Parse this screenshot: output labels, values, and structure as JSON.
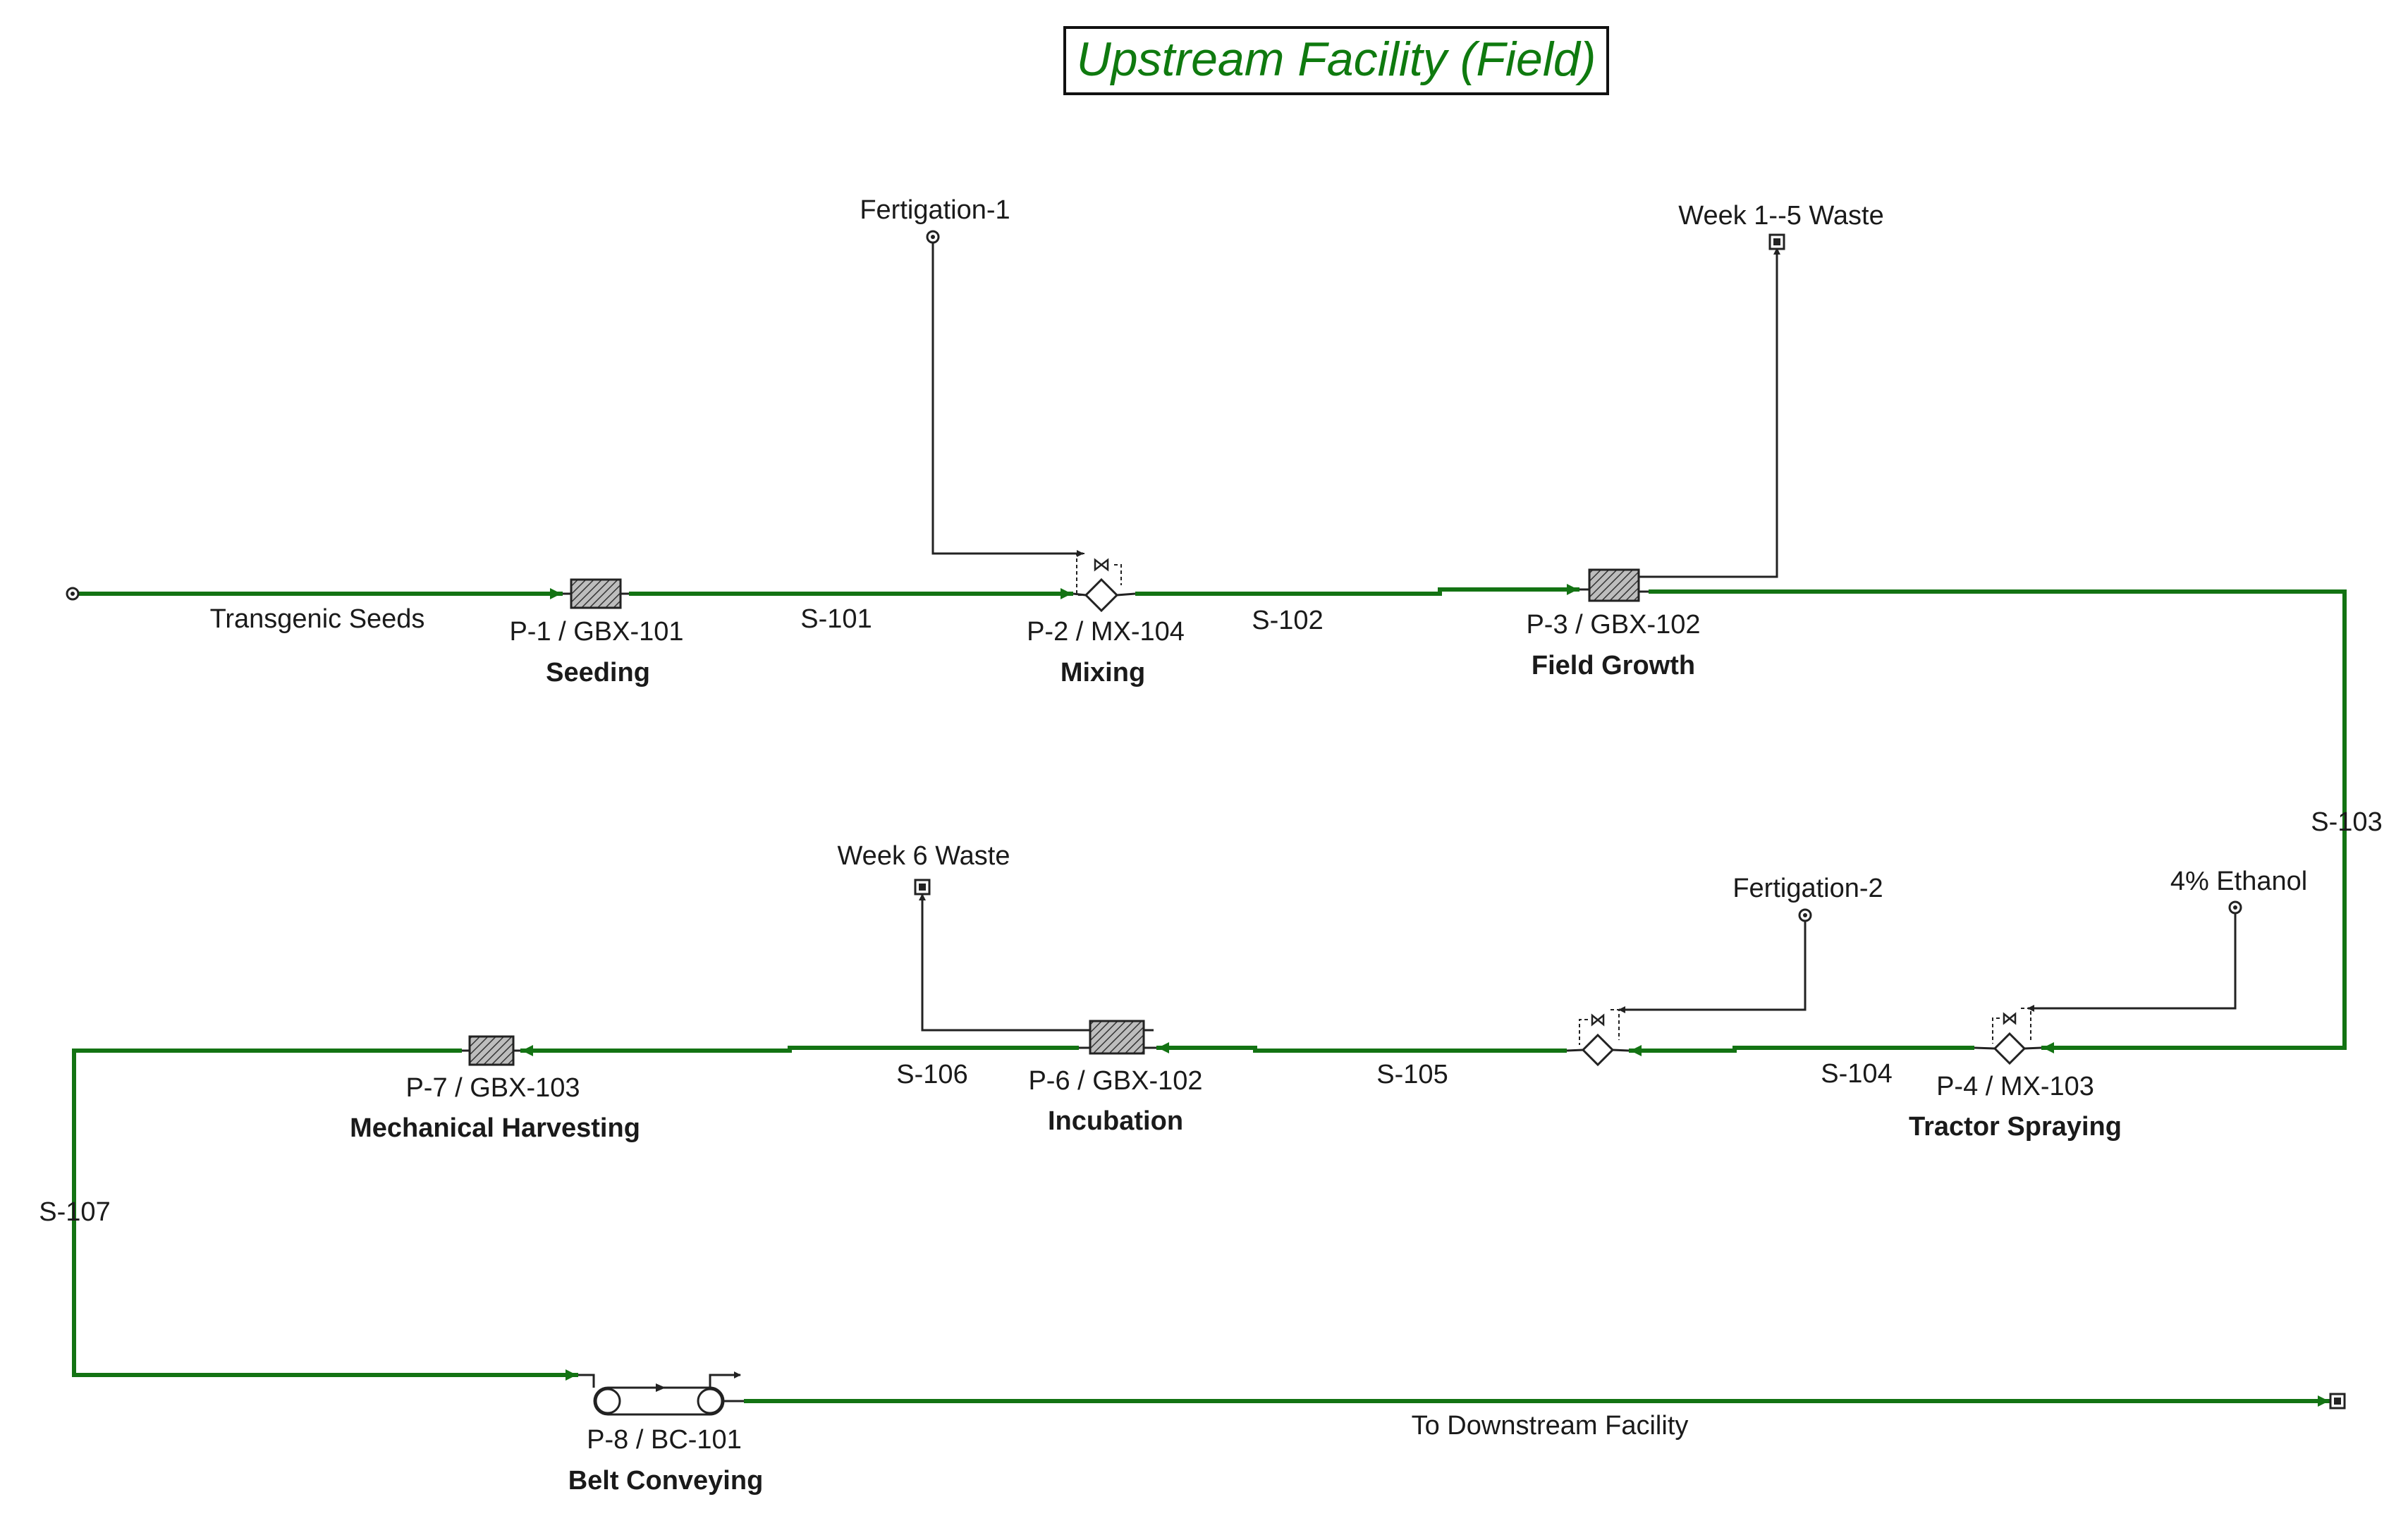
{
  "title": "Upstream Facility (Field)",
  "colors": {
    "stream": "#137313",
    "title": "#0f7a0f",
    "line": "#222222"
  },
  "units": [
    {
      "id": "P-1 / GBX-101",
      "name": "Seeding",
      "icon": "batch-box-icon"
    },
    {
      "id": "P-2 / MX-104",
      "name": "Mixing",
      "icon": "mixer-icon"
    },
    {
      "id": "P-3 / GBX-102",
      "name": "Field Growth",
      "icon": "batch-box-icon"
    },
    {
      "id": "P-4 / MX-103",
      "name": "Tractor Spraying",
      "icon": "mixer-icon"
    },
    {
      "id": "P-6 / GBX-102",
      "name": "Incubation",
      "icon": "batch-box-icon"
    },
    {
      "id": "P-7 / GBX-103",
      "name": "Mechanical Harvesting",
      "icon": "batch-box-icon"
    },
    {
      "id": "P-8 / BC-101",
      "name": "Belt Conveying",
      "icon": "belt-conveyor-icon"
    }
  ],
  "streams": {
    "s101": "S-101",
    "s102": "S-102",
    "s103": "S-103",
    "s104": "S-104",
    "s105": "S-105",
    "s106": "S-106",
    "s107": "S-107"
  },
  "feeds": {
    "seeds": "Transgenic Seeds",
    "fert1": "Fertigation-1",
    "fert2": "Fertigation-2",
    "ethanol": "4% Ethanol"
  },
  "outputs": {
    "waste15": "Week 1--5 Waste",
    "waste6": "Week 6 Waste",
    "downstream": "To Downstream Facility"
  }
}
